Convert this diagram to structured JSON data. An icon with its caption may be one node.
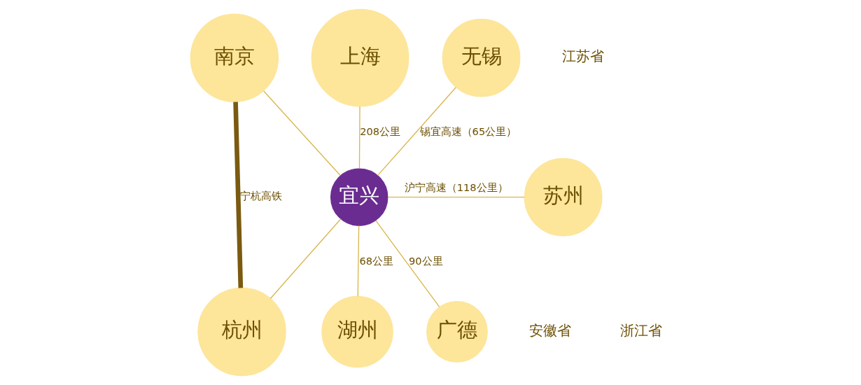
{
  "diagram": {
    "nodes": [
      {
        "text": [
          "南京"
        ]
      },
      {
        "text": [
          "上海"
        ]
      },
      {
        "text": [
          "无锡"
        ]
      },
      {
        "text": [
          "宜兴"
        ]
      },
      {
        "text": [
          "苏州"
        ]
      },
      {
        "text": [
          "广德"
        ]
      },
      {
        "text": [
          "湖州"
        ]
      },
      {
        "text": [
          "杭州"
        ]
      }
    ],
    "edges": [
      {
        "from": 3,
        "to": 0,
        "arrow": "none"
      },
      {
        "from": 3,
        "to": 2,
        "arrow": "none",
        "label": "锡宜高速（65公里）"
      },
      {
        "from": 3,
        "to": 1,
        "arrow": "none",
        "label": "208公里"
      },
      {
        "from": 3,
        "to": 4,
        "arrow": "none",
        "label": "沪宁高速（118公里）"
      },
      {
        "from": 3,
        "to": 6,
        "arrow": "none",
        "label": "68公里"
      },
      {
        "from": 3,
        "to": 5,
        "arrow": "none",
        "label": "90公里"
      },
      {
        "from": 3,
        "to": 7,
        "arrow": "none"
      },
      {
        "from": 0,
        "to": 7,
        "arrow": "none",
        "label": "宁杭高铁",
        "style": "thick",
        "color": "#7a5a10"
      }
    ],
    "labels": [
      "江苏省",
      "安徽省",
      "浙江省"
    ]
  }
}
